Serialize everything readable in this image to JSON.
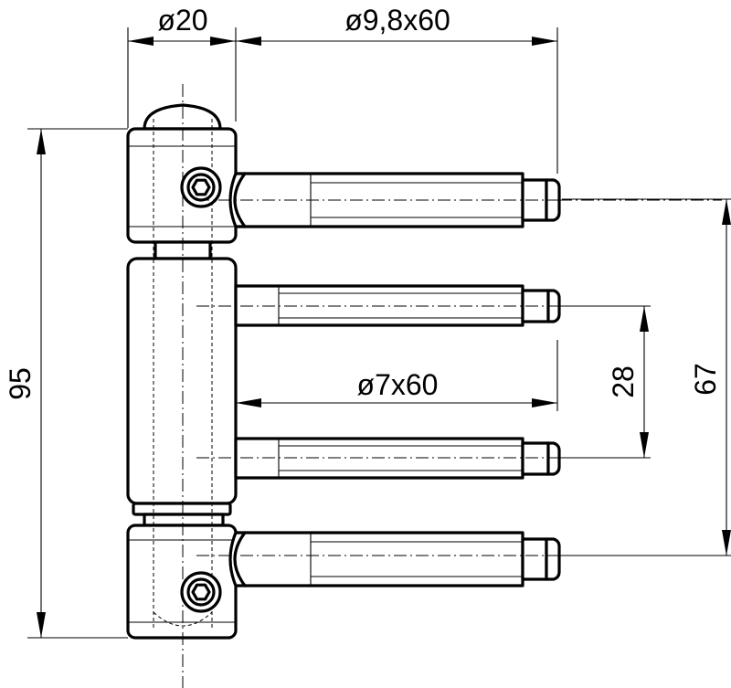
{
  "drawing": {
    "subject": "hinge",
    "dimensions": {
      "knuckle_diameter": "ø20",
      "large_pin_size": "ø9,8x60",
      "small_pin_size": "ø7x60",
      "overall_height": "95",
      "outer_pin_spacing": "67",
      "inner_pin_spacing": "28"
    }
  }
}
